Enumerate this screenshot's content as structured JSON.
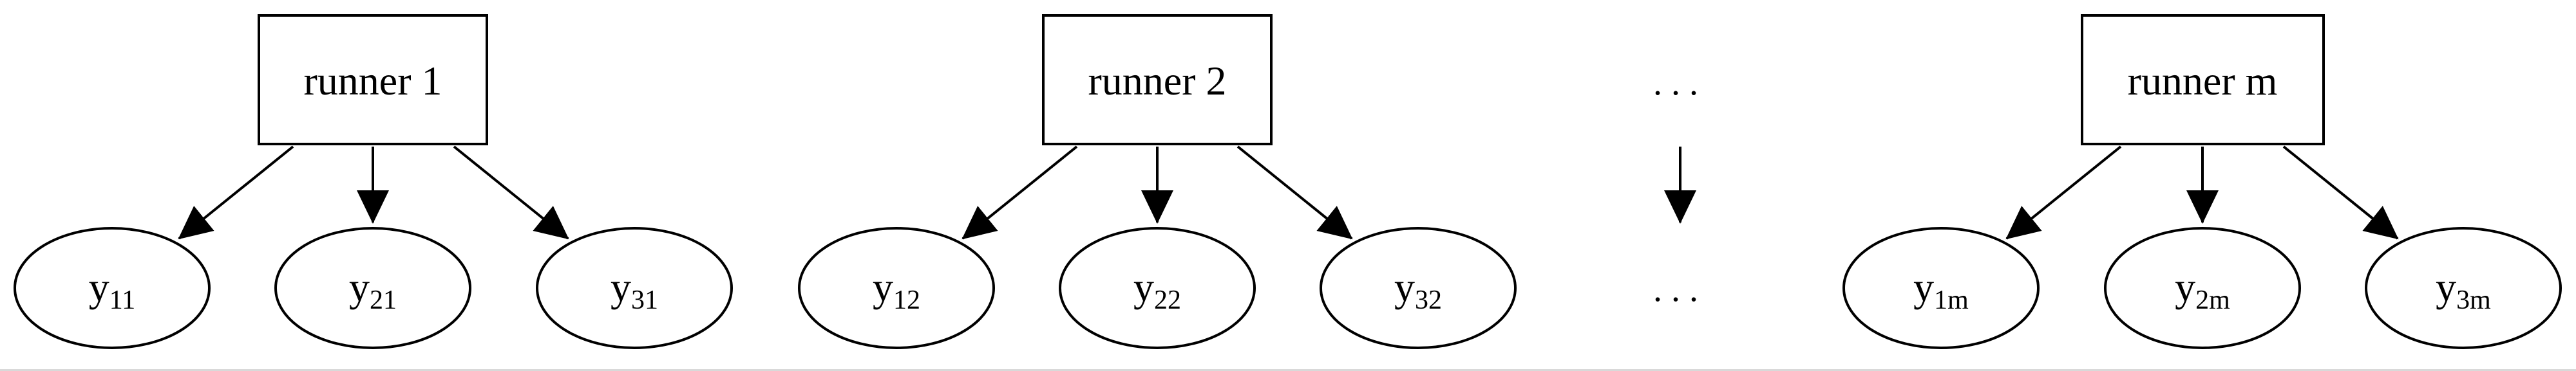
{
  "runners": [
    {
      "label": "runner 1",
      "outputs": [
        {
          "base": "y",
          "sub": "11"
        },
        {
          "base": "y",
          "sub": "21"
        },
        {
          "base": "y",
          "sub": "31"
        }
      ]
    },
    {
      "label": "runner 2",
      "outputs": [
        {
          "base": "y",
          "sub": "12"
        },
        {
          "base": "y",
          "sub": "22"
        },
        {
          "base": "y",
          "sub": "32"
        }
      ]
    },
    {
      "label": "runner m",
      "outputs": [
        {
          "base": "y",
          "sub": "1m"
        },
        {
          "base": "y",
          "sub": "2m"
        },
        {
          "base": "y",
          "sub": "3m"
        }
      ]
    }
  ],
  "ellipsis": {
    "top": "...",
    "bottom": "..."
  },
  "colors": {
    "stroke": "#000000",
    "fill": "#ffffff",
    "background": "#ffffff"
  }
}
